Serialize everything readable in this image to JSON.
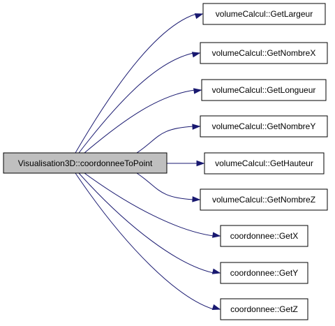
{
  "graph": {
    "source": {
      "label": "Visualisation3D::coordonneeToPoint",
      "fill": "#bfbfbf"
    },
    "callees": [
      {
        "label": "volumeCalcul::GetLargeur"
      },
      {
        "label": "volumeCalcul::GetNombreX"
      },
      {
        "label": "volumeCalcul::GetLongueur"
      },
      {
        "label": "volumeCalcul::GetNombreY"
      },
      {
        "label": "volumeCalcul::GetHauteur"
      },
      {
        "label": "volumeCalcul::GetNombreZ"
      },
      {
        "label": "coordonnee::GetX"
      },
      {
        "label": "coordonnee::GetY"
      },
      {
        "label": "coordonnee::GetZ"
      }
    ],
    "node_fill": "#ffffff",
    "border_color": "#000000",
    "edge_color": "#191970"
  }
}
